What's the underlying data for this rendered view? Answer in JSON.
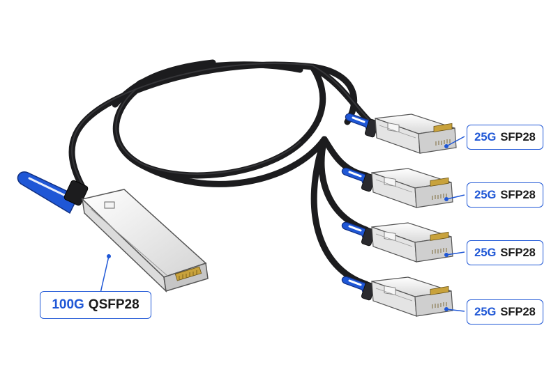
{
  "labels": {
    "qsfp": {
      "speed": "100G",
      "type": "QSFP28"
    },
    "sfp": [
      {
        "speed": "25G",
        "type": "SFP28"
      },
      {
        "speed": "25G",
        "type": "SFP28"
      },
      {
        "speed": "25G",
        "type": "SFP28"
      },
      {
        "speed": "25G",
        "type": "SFP28"
      }
    ]
  },
  "colors": {
    "accent": "#1f57d6",
    "cable": "#1c1c1e",
    "pull_tab": "#1f57d6",
    "module_body": "#eeeeee",
    "contacts": "#c8a23c"
  }
}
